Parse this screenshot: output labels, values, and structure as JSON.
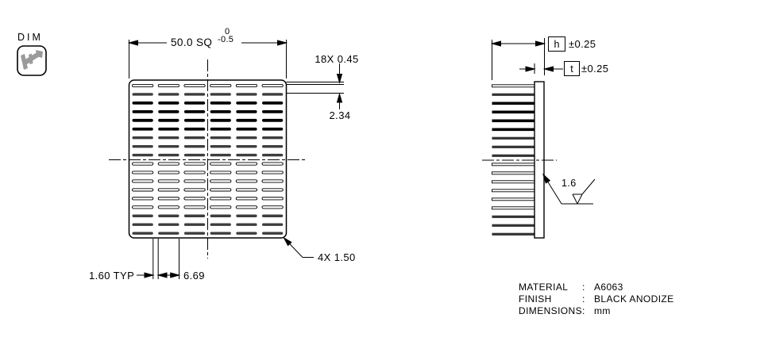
{
  "stamp": {
    "label": "DIM",
    "icon": "caliper-icon"
  },
  "front_view": {
    "width_dim": "50.0 SQ",
    "tol_upper": "0",
    "tol_lower": "-0.5",
    "slot_count_dim": "18X 0.45",
    "slot_pitch_dim": "2.34",
    "corner_radius_dim": "4X 1.50",
    "gap_dim": "1.60 TYP",
    "column_width_dim": "6.69",
    "grid": {
      "rows": 18,
      "cols": 6
    }
  },
  "side_view": {
    "height_symbol": "h",
    "height_tol": "±0.25",
    "thickness_symbol": "t",
    "thickness_tol": "±0.25",
    "surface_roughness": "1.6",
    "fin_count": 18
  },
  "notes": {
    "rows": [
      {
        "label": "MATERIAL",
        "sep": ":",
        "value": "A6063"
      },
      {
        "label": "FINISH",
        "sep": ":",
        "value": "BLACK ANODIZE"
      },
      {
        "label": "DIMENSIONS",
        "sep": ":",
        "value": "mm"
      }
    ]
  },
  "colors": {
    "line": "#000000",
    "background": "#ffffff",
    "icon_gray": "#9a9a9a"
  }
}
